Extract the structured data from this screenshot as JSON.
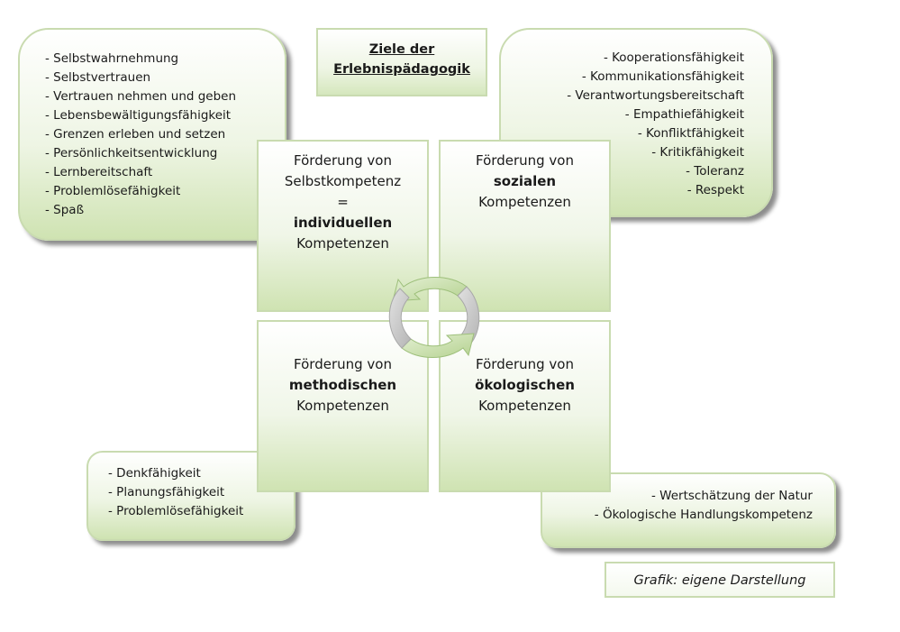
{
  "title_lines": [
    "Ziele der",
    "Erlebnispädagogik"
  ],
  "top_left_items": [
    "Selbstwahrnehmung",
    "Selbstvertrauen",
    "Vertrauen nehmen und geben",
    "Lebensbewältigungsfähigkeit",
    "Grenzen erleben und setzen",
    "Persönlichkeitsentwicklung",
    "Lernbereitschaft",
    "Problemlösefähigkeit",
    "Spaß"
  ],
  "top_right_items": [
    "Kooperationsfähigkeit",
    "Kommunikationsfähigkeit",
    "Verantwortungsbereitschaft",
    "Empathiefähigkeit",
    "Konfliktfähigkeit",
    "Kritikfähigkeit",
    "Toleranz",
    "Respekt"
  ],
  "bottom_left_items": [
    "Denkfähigkeit",
    "Planungsfähigkeit",
    "Problemlösefähigkeit"
  ],
  "bottom_right_items": [
    "Wertschätzung der Natur",
    "Ökologische Handlungskompetenz"
  ],
  "quadrants": {
    "self": {
      "l1": "Förderung von",
      "l2": "Selbstkompetenz",
      "l3": "=",
      "l4": "individuellen",
      "l5": "Kompetenzen"
    },
    "social": {
      "l1": "Förderung von",
      "l2": "sozialen",
      "l3": "Kompetenzen"
    },
    "method": {
      "l1": "Förderung von",
      "l2": "methodischen",
      "l3": "Kompetenzen"
    },
    "eco": {
      "l1": "Förderung von",
      "l2": "ökologischen",
      "l3": "Kompetenzen"
    }
  },
  "credit": "Grafik: eigene Darstellung",
  "colors": {
    "box_border": "#c9dbb0",
    "gradient_green": "#cfe3b2",
    "arrow_green": "#bfd9a0",
    "arrow_grey": "#c8c8c8"
  },
  "icons": {
    "center": "cycle-arrows-icon"
  }
}
